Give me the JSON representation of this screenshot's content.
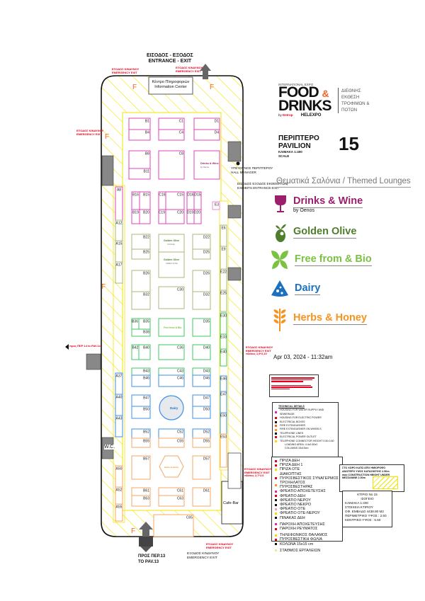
{
  "header": {
    "entrance_gr": "ΕΙΣΟΔΟΣ - ΕΞΟΔΟΣ",
    "entrance_en": "ENTRANCE - EXIT",
    "info_center_gr": "Κέντρο Πληροφοριών",
    "info_center_en": "Information Center"
  },
  "annotations": {
    "emergency_gr": "ΕΞΟΔΟΣ ΚΙΝΔΥΝΟΥ",
    "emergency_en": "EMERGENCY EXIT",
    "emergency_size_1": "πλάτος 1,9*2,10",
    "emergency_size_2": "πλάτος 2,7*2,6",
    "hall_manager_gr": "ΥΠΕΥΘΥΝΟΣ ΠΕΡΙΠΤΕΡΟΥ",
    "hall_manager_en": "HALL MANAGER",
    "exhibits_gr": "ΕΙΣΟΔΟΣ ΕΞΟΔΟΣ ΕΚΘΕΜΑΤΩΝ",
    "exhibits_en": "EXHIBITS ENTRANCE-EXIT",
    "to_pav14": "προς ΠΕΡ 14 to PAV.14",
    "to_pav13_gr": "ΠΡΟΣ ΠΕΡ.13",
    "to_pav13_en": "TO PAV.13",
    "wc": "W.C.",
    "cafe_bar": "Cafe-Bar",
    "fire_marker": "F"
  },
  "booths": [
    {
      "label": "B1",
      "zone": "drinks"
    },
    {
      "label": "B4",
      "zone": "drinks"
    },
    {
      "label": "C1",
      "zone": "drinks"
    },
    {
      "label": "C4",
      "zone": "drinks"
    },
    {
      "label": "D1",
      "zone": "drinks"
    },
    {
      "label": "D4",
      "zone": "drinks"
    },
    {
      "label": "B8",
      "zone": "drinks"
    },
    {
      "label": "B11",
      "zone": "drinks"
    },
    {
      "label": "C8",
      "zone": "drinks"
    },
    {
      "label": "",
      "zone": "drinks"
    },
    {
      "label": "B16",
      "zone": "drinks"
    },
    {
      "label": "B15",
      "zone": "drinks"
    },
    {
      "label": "B19",
      "zone": "drinks"
    },
    {
      "label": "B20",
      "zone": "drinks"
    },
    {
      "label": "C16",
      "zone": "drinks"
    },
    {
      "label": "C15",
      "zone": "drinks"
    },
    {
      "label": "C19",
      "zone": "drinks"
    },
    {
      "label": "C20",
      "zone": "drinks"
    },
    {
      "label": "D16",
      "zone": "drinks"
    },
    {
      "label": "D15",
      "zone": "drinks"
    },
    {
      "label": "D19",
      "zone": "drinks"
    },
    {
      "label": "D20",
      "zone": "drinks"
    },
    {
      "label": "E3",
      "zone": "drinks_light"
    },
    {
      "label": "A8",
      "zone": "drinks"
    },
    {
      "label": "A12",
      "zone": "olive"
    },
    {
      "label": "A15",
      "zone": "olive"
    },
    {
      "label": "A17",
      "zone": "olive"
    },
    {
      "label": "B22",
      "zone": "olive"
    },
    {
      "label": "B25",
      "zone": "olive"
    },
    {
      "label": "",
      "zone": "olive"
    },
    {
      "label": "",
      "zone": "olive"
    },
    {
      "label": "D22",
      "zone": "olive"
    },
    {
      "label": "D25",
      "zone": "olive"
    },
    {
      "label": "B26",
      "zone": "olive"
    },
    {
      "label": "B32",
      "zone": "olive"
    },
    {
      "label": "C30",
      "zone": "olive"
    },
    {
      "label": "D26",
      "zone": "olive"
    },
    {
      "label": "D32",
      "zone": "olive"
    },
    {
      "label": "B36",
      "zone": "free"
    },
    {
      "label": "B35",
      "zone": "free"
    },
    {
      "label": "B38",
      "zone": "free"
    },
    {
      "label": "",
      "zone": "free"
    },
    {
      "label": "D35",
      "zone": "free"
    },
    {
      "label": "B42",
      "zone": "free"
    },
    {
      "label": "B40",
      "zone": "free"
    },
    {
      "label": "C36",
      "zone": "free"
    },
    {
      "label": "D40",
      "zone": "free"
    },
    {
      "label": "B43",
      "zone": "free"
    },
    {
      "label": "B46",
      "zone": "dairy"
    },
    {
      "label": "C43",
      "zone": "free"
    },
    {
      "label": "C46",
      "zone": "dairy"
    },
    {
      "label": "D43",
      "zone": "free"
    },
    {
      "label": "D46",
      "zone": "dairy"
    },
    {
      "label": "B47",
      "zone": "dairy"
    },
    {
      "label": "B50",
      "zone": "dairy"
    },
    {
      "label": "D47",
      "zone": "dairy"
    },
    {
      "label": "D50",
      "zone": "dairy"
    },
    {
      "label": "B52",
      "zone": "dairy"
    },
    {
      "label": "B55",
      "zone": "herbs"
    },
    {
      "label": "C52",
      "zone": "dairy"
    },
    {
      "label": "C55",
      "zone": "herbs"
    },
    {
      "label": "D52",
      "zone": "dairy"
    },
    {
      "label": "D55",
      "zone": "herbs"
    },
    {
      "label": "B57",
      "zone": "herbs"
    },
    {
      "label": "D57",
      "zone": "herbs"
    },
    {
      "label": "B61",
      "zone": "herbs"
    },
    {
      "label": "B63",
      "zone": "herbs"
    },
    {
      "label": "C61",
      "zone": "herbs"
    },
    {
      "label": "C63",
      "zone": "herbs"
    },
    {
      "label": "D61",
      "zone": "herbs"
    },
    {
      "label": "C65",
      "zone": "herbs"
    },
    {
      "label": "A37",
      "zone": "dairy"
    },
    {
      "label": "A40",
      "zone": "dairy"
    },
    {
      "label": "A43",
      "zone": "dairy"
    },
    {
      "label": "A50",
      "zone": "herbs"
    },
    {
      "label": "A52",
      "zone": "herbs"
    },
    {
      "label": "A55",
      "zone": "herbs"
    },
    {
      "label": "E6",
      "zone": "olive"
    },
    {
      "label": "E9",
      "zone": "olive"
    },
    {
      "label": "E22",
      "zone": "olive"
    },
    {
      "label": "E25",
      "zone": "olive"
    },
    {
      "label": "E30",
      "zone": "free"
    },
    {
      "label": "E33",
      "zone": "free"
    },
    {
      "label": "E40",
      "zone": "free"
    },
    {
      "label": "E46",
      "zone": "dairy"
    },
    {
      "label": "E47",
      "zone": "dairy"
    },
    {
      "label": "E50",
      "zone": "dairy"
    },
    {
      "label": "E53",
      "zone": "herbs"
    }
  ],
  "zone_colors": {
    "drinks": "#e040b8",
    "drinks_light": "#f08ad0",
    "olive": "#a9b97a",
    "free": "#3cc860",
    "dairy": "#3d8fe6",
    "herbs": "#f4a765"
  },
  "plan_lounges": {
    "drinks": "Drinks & Wine",
    "drinks_sub": "by Oenos",
    "olive": "Golden Olive",
    "olive_sub_1": "LOUNGE",
    "olive_sub_2": "GREEK OLIVE",
    "free": "Free from & Bio",
    "dairy": "Dairy",
    "herbs": "Herbs & Honey"
  },
  "brand": {
    "intl": "INTERNATIONAL EXPO",
    "food": "FOOD",
    "amp": "&",
    "drinks": "DRINKS",
    "by": "by",
    "detrop": "Detrop",
    "helexpo": "HELEXPO",
    "greek_lines": [
      "ΔΙΕΘΝΗΣ",
      "ΕΚΘΕΣΗ",
      "ΤΡΟΦΙΜΩΝ &",
      "ΠΟΤΩΝ"
    ]
  },
  "pavilion": {
    "label_gr": "ΠΕΡΙΠΤΕΡΟ",
    "label_en": "PAVILION",
    "number": "15",
    "scale_gr": "ΚΛΙΜΑΚΑ 1:400",
    "scale_en": "SCALE"
  },
  "themed_lounges": {
    "title": "Θεματικά Σαλόνια  / Themed Lounges",
    "items": [
      {
        "name": "Drinks & Wine",
        "sub": "by Oenos",
        "color": "#9c1f6e",
        "icon": "wine-glass-icon"
      },
      {
        "name": "Golden Olive",
        "sub": "",
        "color": "#4e7d2c",
        "icon": "olive-icon"
      },
      {
        "name": "Free from & Bio",
        "sub": "",
        "color": "#7cc142",
        "icon": "leaf-icon"
      },
      {
        "name": "Dairy",
        "sub": "",
        "color": "#1b70bf",
        "icon": "cheese-icon"
      },
      {
        "name": "Herbs & Honey",
        "sub": "",
        "color": "#f7931e",
        "icon": "wheat-icon"
      }
    ]
  },
  "timestamp": "Apr 03, 2024 - 11:32am",
  "technical": {
    "title": "TECHNICAL DETAILS",
    "items": [
      {
        "text": "HOUSING FOR WATER SUPPLY AND SEWERAGE",
        "color": "#e020c0"
      },
      {
        "text": "HOUSING FOR ELECTRIC POWER",
        "color": "#e3001b"
      },
      {
        "text": "ELECTRICAL BOXES",
        "color": "#111111"
      },
      {
        "text": "FIRE EXTINGUISHER",
        "color": "#f26522"
      },
      {
        "text": "FIRE EXTINGUISHER ON WHEELS",
        "color": "#f7941d"
      },
      {
        "text": "TELEPHONE LINES",
        "color": "#111111"
      },
      {
        "text": "ELECTRICAL POWER OUTLET",
        "color": "#e3001b"
      },
      {
        "text": "TELEPHONE CONNECTOR HEIGHT 0.50-0.60",
        "color": "#ffd400"
      }
    ],
    "loading": "LOADING AREA: 4.4x2.60x2",
    "columns": "COLUMNS 15x15cm"
  },
  "legend": [
    {
      "text": "ΠΡΙΖΑ ΔΕΗ",
      "color": "#e3001b"
    },
    {
      "text": "ΠΡΙΖΑ ΔΕΗ 1",
      "color": "#e3001b"
    },
    {
      "text": "ΠΡΙΖΑ ΟΤΕ",
      "color": "#ffd400"
    },
    {
      "text": "ΔΙΑΚΟΠΤΗΣ",
      "color": "#ffffff"
    },
    {
      "text": "ΠΥΡΟΣΒΕΣΤΙΚΟΣ ΣΥΝΑΓΕΡΜΟΣ",
      "color": "#e3001b"
    },
    {
      "text": "ΤΡΟΧΗΛΑΤΟΣ ΠΥΡΟΣΒΕΣΤΗΡΑΣ",
      "color": "#f7941d"
    },
    {
      "text": "ΦΡΕΑΤΙΟ ΑΠΟΧΕΤΕΥΣΗΣ",
      "color": "#e020c0"
    },
    {
      "text": "ΦΡΕΑΤΙΟ ΔΕΗ",
      "color": "#e3001b"
    },
    {
      "text": "ΦΡΕΑΤΙΟ ΝΕΡΟΥ",
      "color": "#111111"
    },
    {
      "text": "ΦΡΕΑΤΙΟ ΝΕΚΡΟ",
      "color": "#111111"
    },
    {
      "text": "ΦΡΕΑΤΙΟ ΟΤΕ",
      "color": "#f4a0a0"
    },
    {
      "text": "ΦΡΕΑΤΙΟ ΟΤΕ-ΝΕΡΟΥ",
      "color": "#ffd400"
    },
    {
      "text": "ΠΙΝΑΚΑΣ ΔΕΗ",
      "color": "#111111"
    },
    {
      "text": "ΠΑΡΟΧΗ ΑΠΟΧΕΤΕΥΣΗΣ",
      "color": "#e020c0"
    },
    {
      "text": "ΠΑΡΟΧΗ ΡΕΥΜΑΤΟΣ",
      "color": "#e3001b"
    },
    {
      "text": "ΤΗΛΕΦΩΝΙΚΟΣ ΘΑΛΑΜΟΣ",
      "color": "#ffd400"
    },
    {
      "text": "ΠΥΡΟΣΒΕΣΤΙΚΗ ΦΩΛΙΑ",
      "color": "#e3001b"
    },
    {
      "text": "ΚΟΛΩΝΑ 15x15 cm",
      "color": "#111111"
    },
    {
      "text": "ΣΤΑΘΜΟΣ ΕΡΓΑΛΕΙΩΝ",
      "color": "#f0e68c"
    }
  ],
  "mezzanine_note": [
    "ΣΤΟ ΧΩΡΟ ΚΑΤΩ ΑΠΟ ΗΜΙΟΡΟΦΟ",
    "ΑΝΩΤΕΡΟ ΥΨΟΣ ΚΑΤΑΣΚΕΥΗΣ 2.50m",
    "max CONSTRUCTION HEIGHT UNDER",
    "MEZZANINE 2.50m"
  ],
  "building": {
    "title": "ΚΤΙΡΙΟ No 15",
    "floor": "ΙΣΟΓΕΙΟ",
    "scale": "ΚΛΙΜΑΚΑ 1:400",
    "data_title": "ΣΤΟΙΧΕΙΑ ΚΤΙΡΙΟΥ",
    "area": "ΟΦ. ΕΜΒΑΔΟ 4438.80 M2",
    "perimeter_height": "ΠΕΡΙΜΕΤΡΙΚΟ ΥΨΟΣ : 2.50",
    "center_height": "ΚΕΝΤΡΙΚΟ ΥΨΟΣ : 5.50"
  }
}
